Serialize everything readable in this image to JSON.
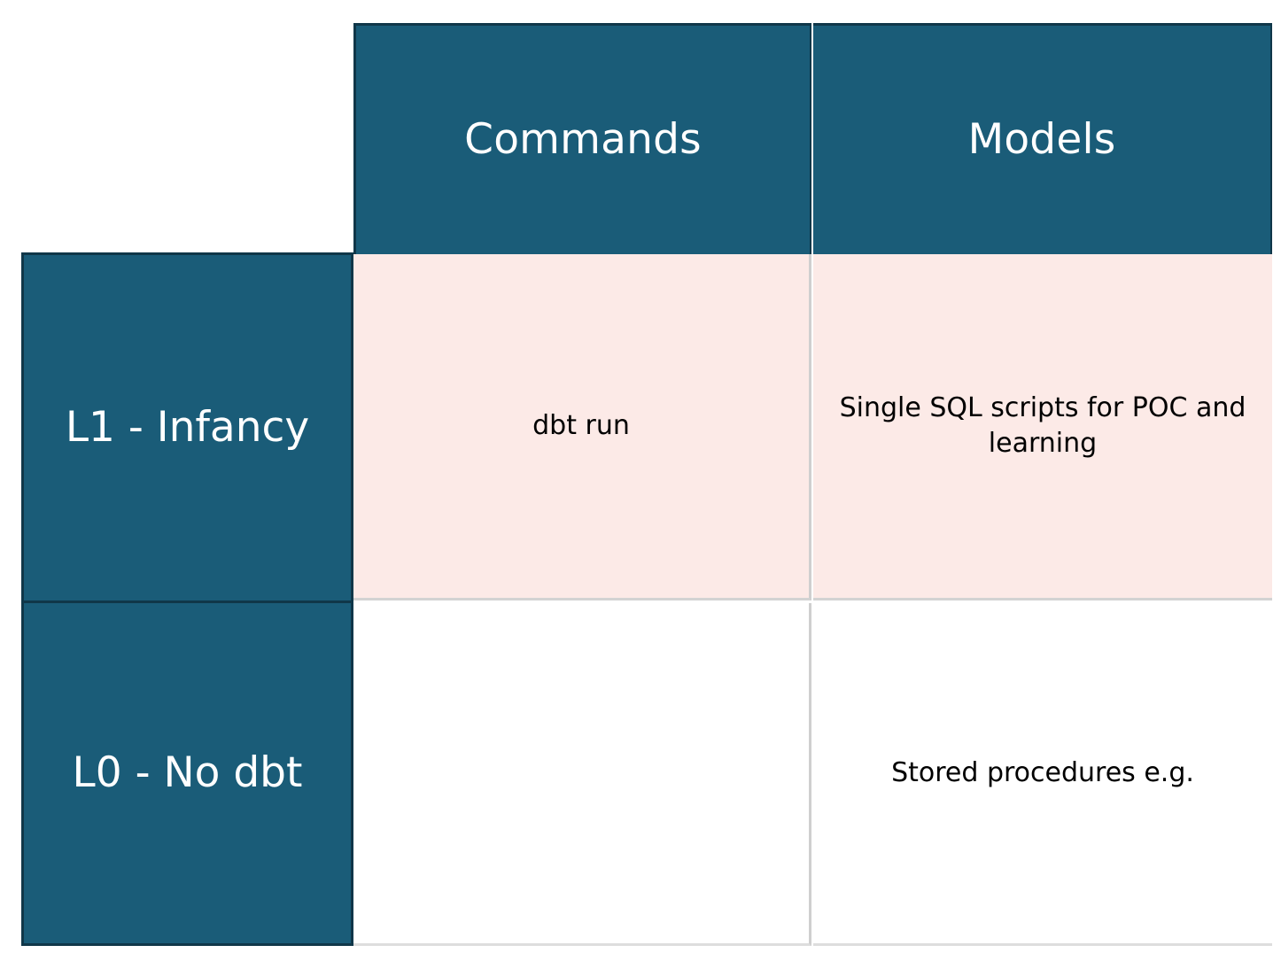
{
  "matrix": {
    "corner_label": "",
    "columns": [
      {
        "key": "commands",
        "label": "Commands"
      },
      {
        "key": "models",
        "label": "Models"
      }
    ],
    "rows": [
      {
        "key": "l1",
        "label": "L1 - Infancy",
        "cells": {
          "commands": "dbt run",
          "models": "Single SQL scripts for POC and learning"
        }
      },
      {
        "key": "l0",
        "label": "L0 - No dbt",
        "cells": {
          "commands": "",
          "models": "Stored procedures e.g."
        }
      }
    ],
    "colors": {
      "header_blue": "#1A5C78",
      "header_border": "#103749",
      "row_l1_background": "#FCEAE7",
      "row_l0_background": "#FFFFFF",
      "grid_line": "#D3D3D3",
      "header_text": "#FFFFFF",
      "body_text": "#000000"
    }
  }
}
